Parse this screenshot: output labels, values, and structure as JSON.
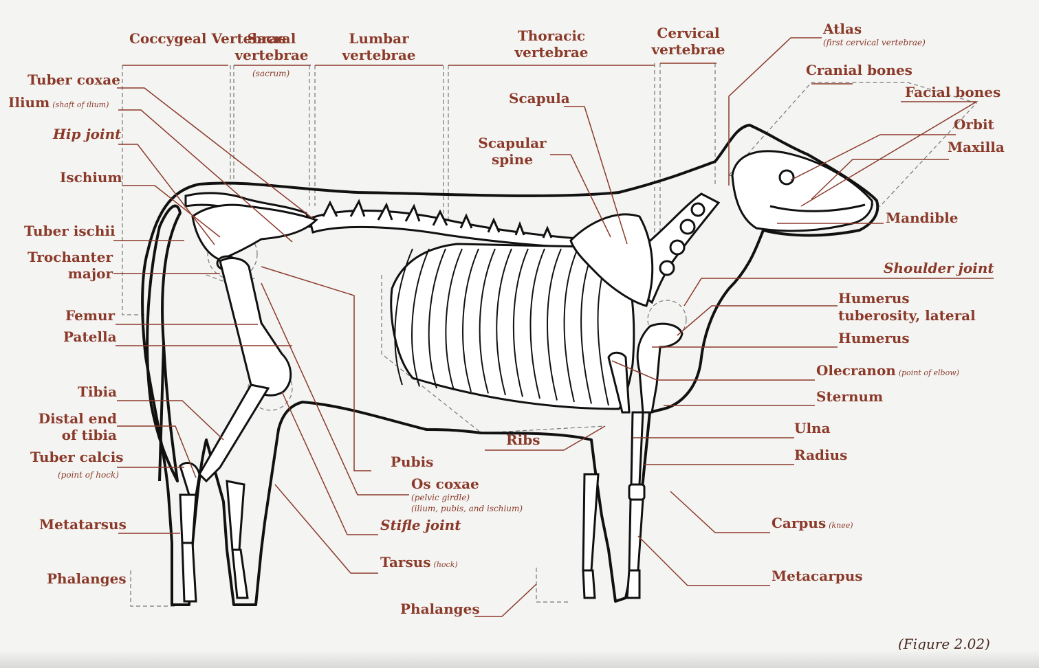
{
  "labels": {
    "coccygeal": "Coccygeal Vertebrae",
    "sacral": "Sacral vertebrae",
    "sacral_note": "(sacrum)",
    "lumbar": "Lumbar vertebrae",
    "thoracic": "Thoracic vertebrae",
    "cervical": "Cervical vertebrae",
    "atlas": "Atlas",
    "atlas_note": "(first cervical vertebrae)",
    "cranial": "Cranial bones",
    "facial": "Facial bones",
    "orbit": "Orbit",
    "maxilla": "Maxilla",
    "mandible": "Mandible",
    "shoulder": "Shoulder joint",
    "humerus_tub_1": "Humerus",
    "humerus_tub_2": "tuberosity, lateral",
    "humerus": "Humerus",
    "olecranon": "Olecranon",
    "olecranon_note": "(point of elbow)",
    "sternum": "Sternum",
    "ulna": "Ulna",
    "radius": "Radius",
    "carpus": "Carpus",
    "carpus_note": "(knee)",
    "metacarpus": "Metacarpus",
    "tuber_coxae": "Tuber coxae",
    "ilium": "Ilium",
    "ilium_note": "(shaft of ilium)",
    "hip": "Hip joint",
    "ischium": "Ischium",
    "tuber_ischii": "Tuber ischii",
    "trochanter": "Trochanter major",
    "femur": "Femur",
    "patella": "Patella",
    "tibia": "Tibia",
    "distal_tibia": "Distal end of tibia",
    "tuber_calcis": "Tuber calcis",
    "tuber_calcis_note": "(point of hock)",
    "metatarsus": "Metatarsus",
    "phalanges_hind": "Phalanges",
    "scapula": "Scapula",
    "scapular_spine": "Scapular spine",
    "ribs": "Ribs",
    "pubis": "Pubis",
    "os_coxae": "Os coxae",
    "os_coxae_note1": "(pelvic girdle)",
    "os_coxae_note2": "(ilium, pubis, and ischium)",
    "stifle": "Stifle joint",
    "tarsus": "Tarsus",
    "tarsus_note": "(hock)",
    "phalanges_fore": "Phalanges"
  },
  "figure": "(Figure 2.02)",
  "colors": {
    "label": "#8b3a2a",
    "outline": "#111111",
    "paper": "#f4f4f2"
  }
}
